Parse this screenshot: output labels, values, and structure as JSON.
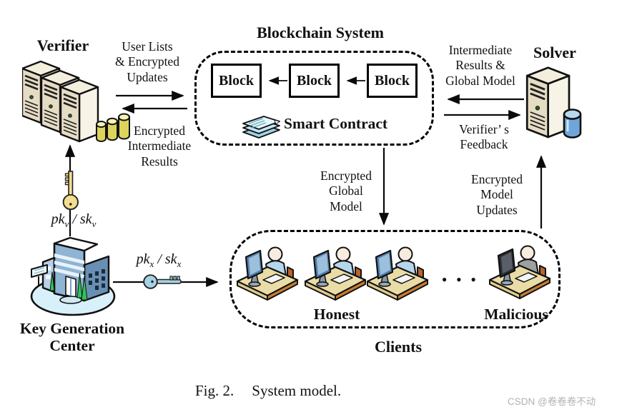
{
  "figure": {
    "caption_fig": "Fig. 2.",
    "caption_text": "System model.",
    "watermark": "CSDN @卷卷卷不动"
  },
  "verifier": {
    "label": "Verifier"
  },
  "solver": {
    "label": "Solver"
  },
  "kgc": {
    "label": "Key Generation\nCenter"
  },
  "blockchain": {
    "title": "Blockchain System",
    "blocks": [
      "Block",
      "Block",
      "Block"
    ],
    "smart_contract_label": "Smart Contract"
  },
  "clients": {
    "label": "Clients",
    "honest_label": "Honest",
    "malicious_label": "Malicious",
    "ellipsis": "●●●"
  },
  "flows": {
    "user_lists": "User Lists\n& Encrypted\nUpdates",
    "encrypted_intermediate": "Encrypted\nIntermediate\nResults",
    "intermediate_global": "Intermediate\nResults &\nGlobal Model",
    "verifier_feedback": "Verifier’ s\nFeedback",
    "encrypted_global": "Encrypted\nGlobal\nModel",
    "encrypted_updates": "Encrypted\nModel\nUpdates"
  },
  "keys": {
    "verifier_key": {
      "pk": "pk",
      "pk_sub": "v",
      "slash": " / ",
      "sk": "sk",
      "sk_sub": "v"
    },
    "client_key": {
      "pk": "pk",
      "pk_sub": "x",
      "slash": " / ",
      "sk": "sk",
      "sk_sub": "x"
    }
  },
  "colors": {
    "outline": "#111111",
    "server_body_tan": "#e6dcc4",
    "db_cylinder_yellow": "#ddd45c",
    "db_cylinder_blue": "#6fa6da",
    "smart_contract_paper": "#bfe4f0",
    "building_blue": "#8fb4d4",
    "tree_green": "#2cc45c",
    "key_gold": "#f3dd8e",
    "key_blue": "#a6d2e2",
    "honest_client_blue": "#b6d6ec",
    "malicious_client_gray": "#a0a0a0",
    "desk_tan": "#eadca6",
    "watermark_gray": "#b2b2b2"
  }
}
